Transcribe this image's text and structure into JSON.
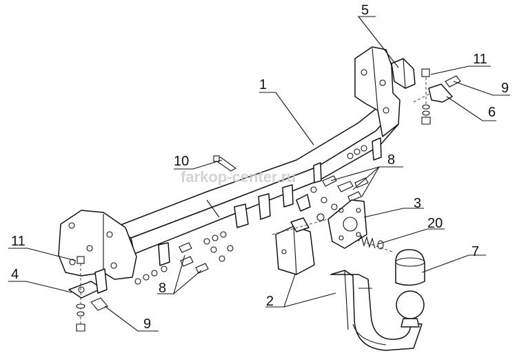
{
  "diagram": {
    "watermark": "farkop-center.ru",
    "callouts": [
      {
        "id": "c1",
        "label": "1"
      },
      {
        "id": "c2",
        "label": "2"
      },
      {
        "id": "c3",
        "label": "3"
      },
      {
        "id": "c4",
        "label": "4"
      },
      {
        "id": "c5",
        "label": "5"
      },
      {
        "id": "c6",
        "label": "6"
      },
      {
        "id": "c7",
        "label": "7"
      },
      {
        "id": "c8a",
        "label": "8"
      },
      {
        "id": "c8b",
        "label": "8"
      },
      {
        "id": "c9a",
        "label": "9"
      },
      {
        "id": "c9b",
        "label": "9"
      },
      {
        "id": "c10",
        "label": "10"
      },
      {
        "id": "c11a",
        "label": "11"
      },
      {
        "id": "c11b",
        "label": "11"
      },
      {
        "id": "c20",
        "label": "20"
      }
    ]
  }
}
